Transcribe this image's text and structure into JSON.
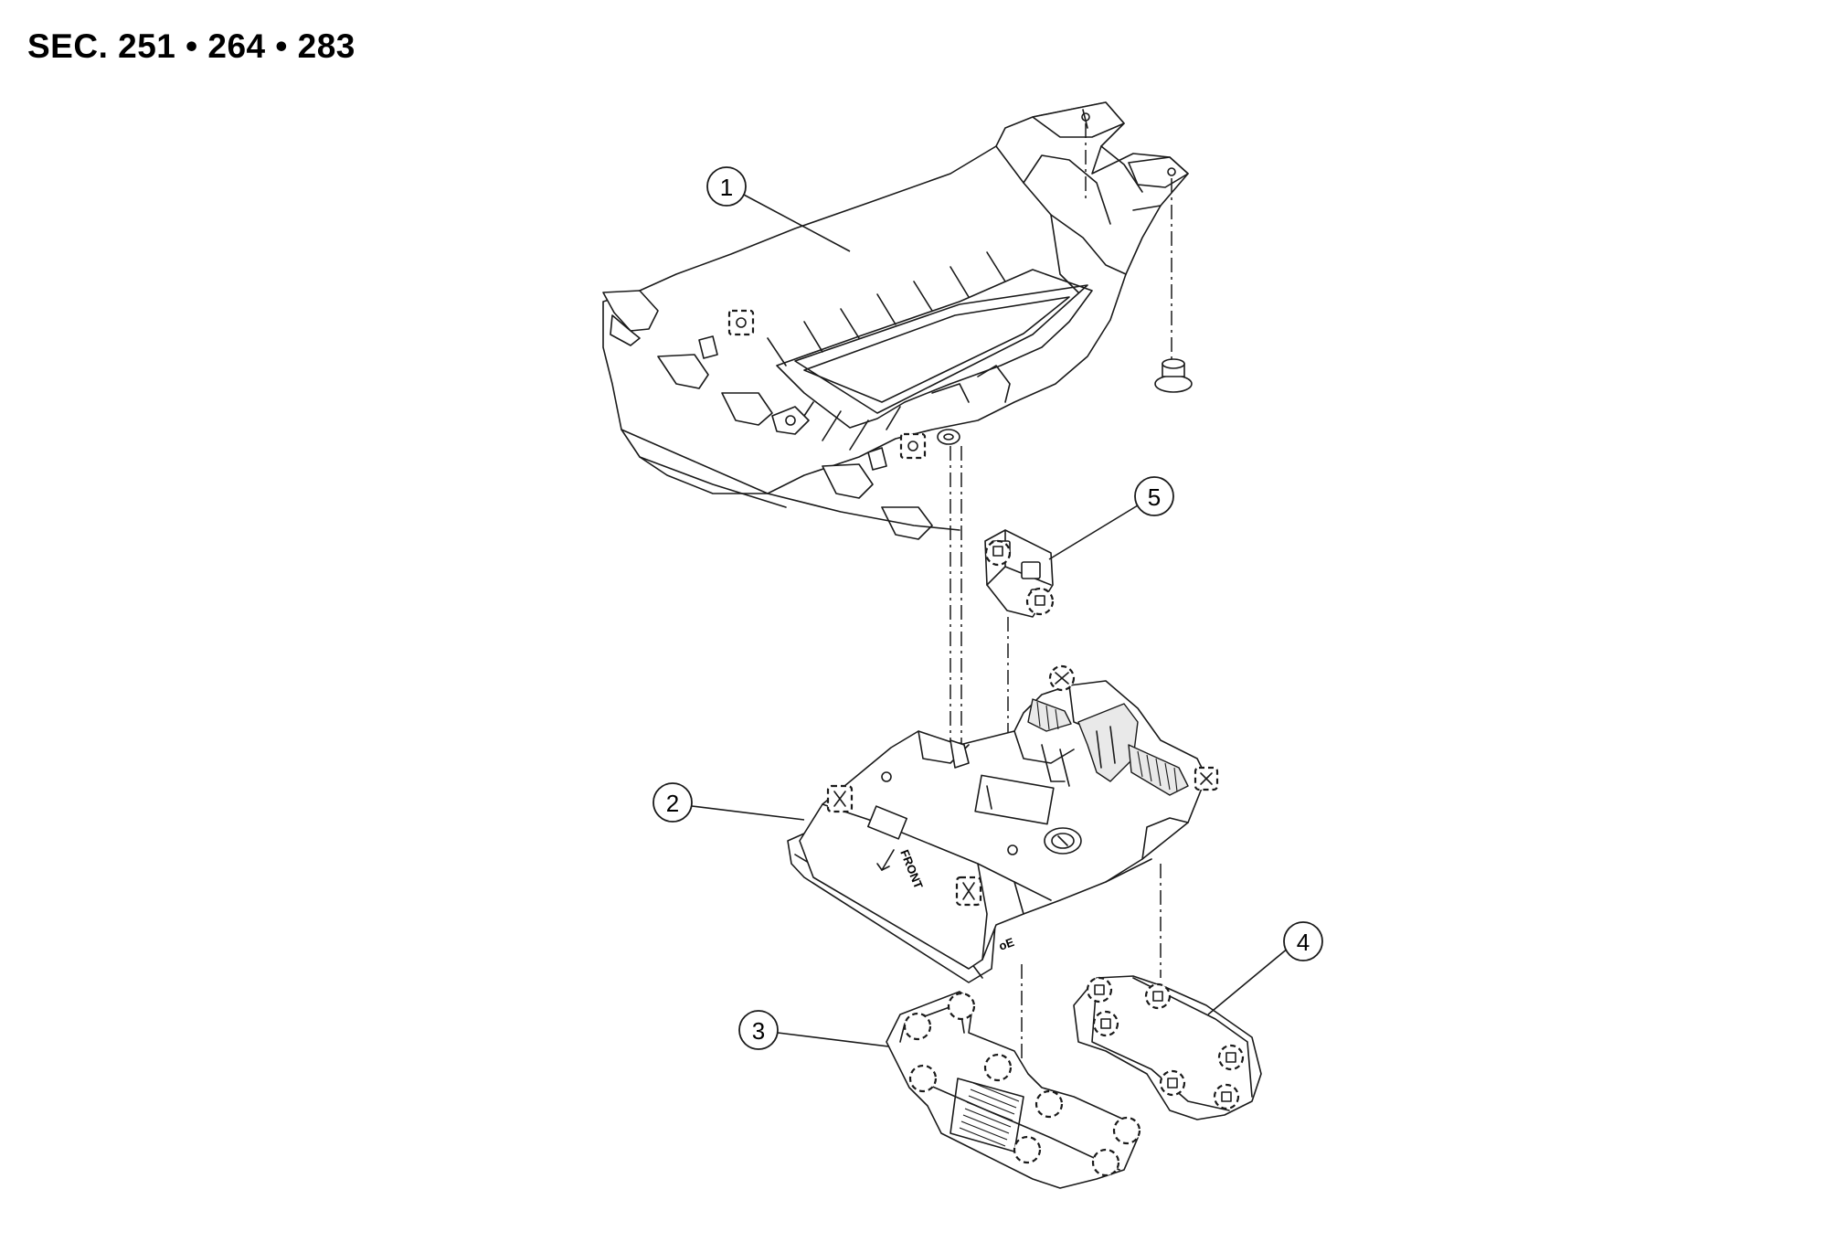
{
  "header": {
    "section_title": "SEC. 251 • 264 • 283"
  },
  "diagram": {
    "front_label": "FRONT",
    "callouts": [
      {
        "id": "1",
        "label": "1"
      },
      {
        "id": "2",
        "label": "2"
      },
      {
        "id": "3",
        "label": "3"
      },
      {
        "id": "4",
        "label": "4"
      },
      {
        "id": "5",
        "label": "5"
      }
    ]
  }
}
